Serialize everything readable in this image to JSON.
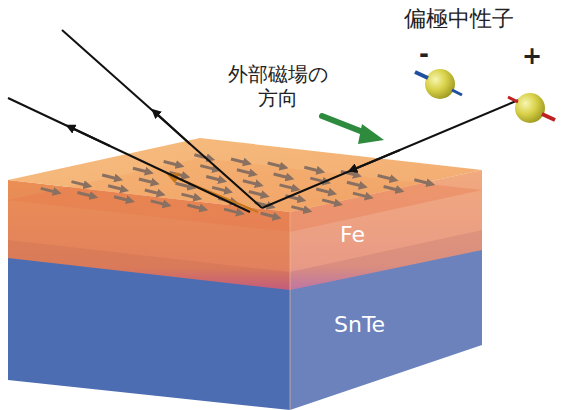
{
  "diagram": {
    "nodes": [
      {
        "text": [
          "Fe"
        ]
      },
      {
        "text": [
          "SnTe"
        ]
      }
    ],
    "labels": [
      "偏極中性子",
      "-",
      "+",
      "外部磁場の 方向"
    ]
  }
}
